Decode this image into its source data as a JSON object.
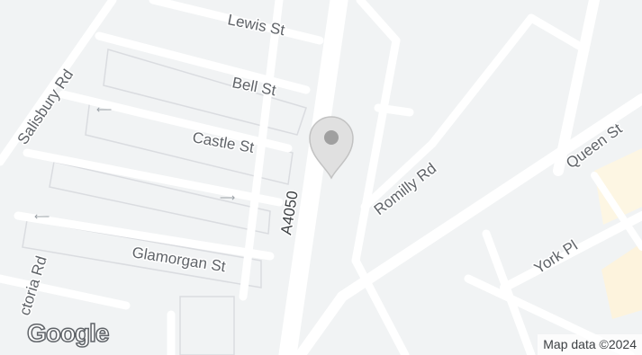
{
  "map": {
    "streets": {
      "lewis": "Lewis St",
      "bell": "Bell St",
      "castle": "Castle St",
      "salisbury": "Salisbury Rd",
      "glamorgan": "Glamorgan St",
      "victoria": "ctoria Rd",
      "a4050": "A4050",
      "romilly": "Romilly Rd",
      "queen": "Queen St",
      "york": "York Pl"
    },
    "marker_icon": "map-pin-icon",
    "logo_text": "Google",
    "attribution": "Map data ©2024",
    "colors": {
      "background": "#f1f3f4",
      "road": "#ffffff",
      "road_edge": "#dadce0",
      "label": "#5f6368",
      "poi_area": "#fdf6e3",
      "marker": "#bdbdbd"
    }
  }
}
